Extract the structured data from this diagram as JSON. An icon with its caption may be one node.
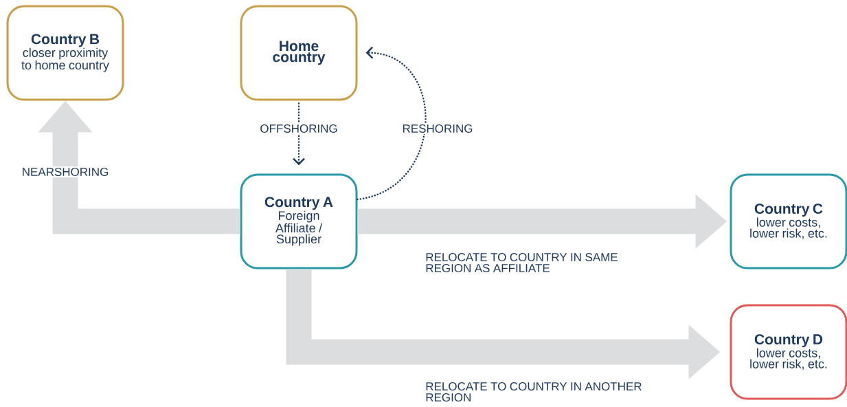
{
  "diagram": {
    "nodes": [
      {
        "text": [
          "Country B",
          "closer proximity to home country"
        ]
      },
      {
        "text": [
          "Home country"
        ]
      },
      {
        "text": [
          "Country A",
          "Foreign Affiliate / Supplier"
        ]
      },
      {
        "text": [
          "Country C",
          "lower costs, lower risk, etc."
        ]
      },
      {
        "text": [
          "Country D",
          "lower costs, lower risk, etc."
        ]
      }
    ],
    "edges": [
      {
        "from": 1,
        "to": 2,
        "arrow": "to",
        "label": "OFFSHORING",
        "style": "dashed",
        "color": "#1f3a5f"
      },
      {
        "from": 2,
        "to": 1,
        "arrow": "to",
        "label": "RESHORING",
        "style": "dashed",
        "color": "#1f3a5f"
      },
      {
        "from": 2,
        "to": 0,
        "arrow": "to",
        "label": "NEARSHORING"
      },
      {
        "from": 2,
        "to": 3,
        "arrow": "to",
        "label": "RELOCATE TO COUNTRY IN SAME REGION AS AFFILIATE"
      },
      {
        "from": 2,
        "to": 4,
        "arrow": "to",
        "label": "RELOCATE TO COUNTRY IN ANOTHER REGION"
      }
    ]
  }
}
